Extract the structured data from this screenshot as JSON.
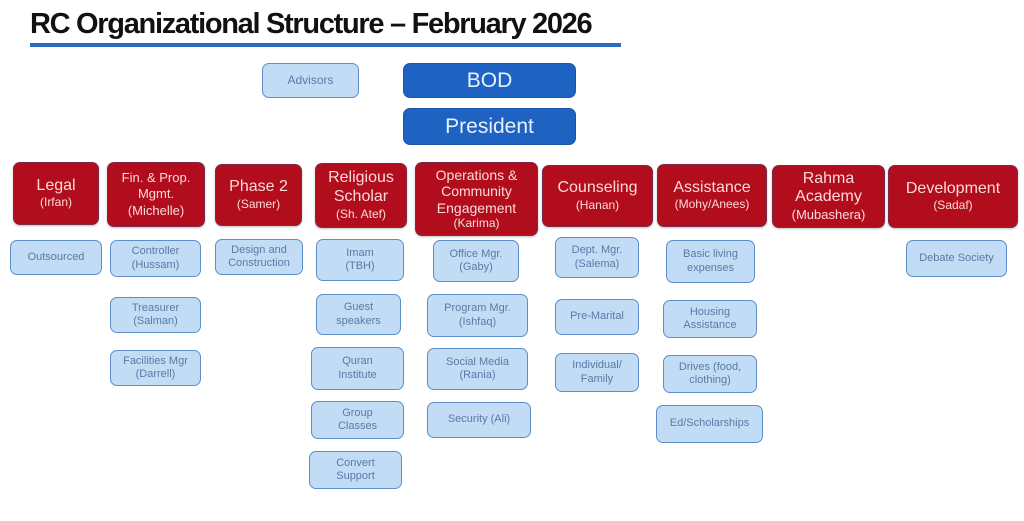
{
  "title": "RC Organizational Structure – February 2026",
  "top": {
    "advisors": "Advisors",
    "bod": "BOD",
    "president": "President"
  },
  "colors": {
    "department_red": "#b20d1c",
    "leadership_blue": "#1f63c2",
    "sub_unit_light_blue": "#c3dcf6",
    "title_rule": "#2a6cc4"
  },
  "departments": [
    {
      "name": "Legal",
      "lead": "(Irfan)",
      "units": [
        [
          "Outsourced"
        ]
      ]
    },
    {
      "name_lines": [
        "Fin. & Prop.",
        "Mgmt."
      ],
      "lead": "(Michelle)",
      "units": [
        [
          "Controller",
          "(Hussam)"
        ],
        [
          "Treasurer",
          "(Salman)"
        ],
        [
          "Facilities Mgr",
          "(Darrell)"
        ]
      ]
    },
    {
      "name": "Phase 2",
      "lead": "(Samer)",
      "units": [
        [
          "Design and",
          "Construction"
        ]
      ]
    },
    {
      "name_lines": [
        "Religious",
        "Scholar"
      ],
      "lead": "(Sh. Atef)",
      "units": [
        [
          "Imam",
          "(TBH)"
        ],
        [
          "Guest",
          "speakers"
        ],
        [
          "Quran",
          "Institute"
        ],
        [
          "Group",
          "Classes"
        ],
        [
          "Convert",
          "Support"
        ]
      ]
    },
    {
      "name_lines": [
        "Operations &",
        "Community",
        "Engagement"
      ],
      "lead": "(Karima)",
      "units": [
        [
          "Office Mgr.",
          "(Gaby)"
        ],
        [
          "Program Mgr.",
          "(Ishfaq)"
        ],
        [
          "Social Media",
          "(Rania)"
        ],
        [
          "Security (Ali)"
        ]
      ]
    },
    {
      "name": "Counseling",
      "lead": "(Hanan)",
      "units": [
        [
          "Dept. Mgr.",
          "(Salema)"
        ],
        [
          "Pre-Marital"
        ],
        [
          "Individual/",
          "Family"
        ]
      ]
    },
    {
      "name": "Assistance",
      "lead": "(Mohy/Anees)",
      "units": [
        [
          "Basic living",
          "expenses"
        ],
        [
          "Housing",
          "Assistance"
        ],
        [
          "Drives (food,",
          "clothing)"
        ],
        [
          "Ed/Scholarships"
        ]
      ]
    },
    {
      "name_lines": [
        "Rahma",
        "Academy"
      ],
      "lead": "(Mubashera)",
      "units": []
    },
    {
      "name": "Development",
      "lead": "(Sadaf)",
      "units": [
        [
          "Debate Society"
        ]
      ]
    }
  ]
}
